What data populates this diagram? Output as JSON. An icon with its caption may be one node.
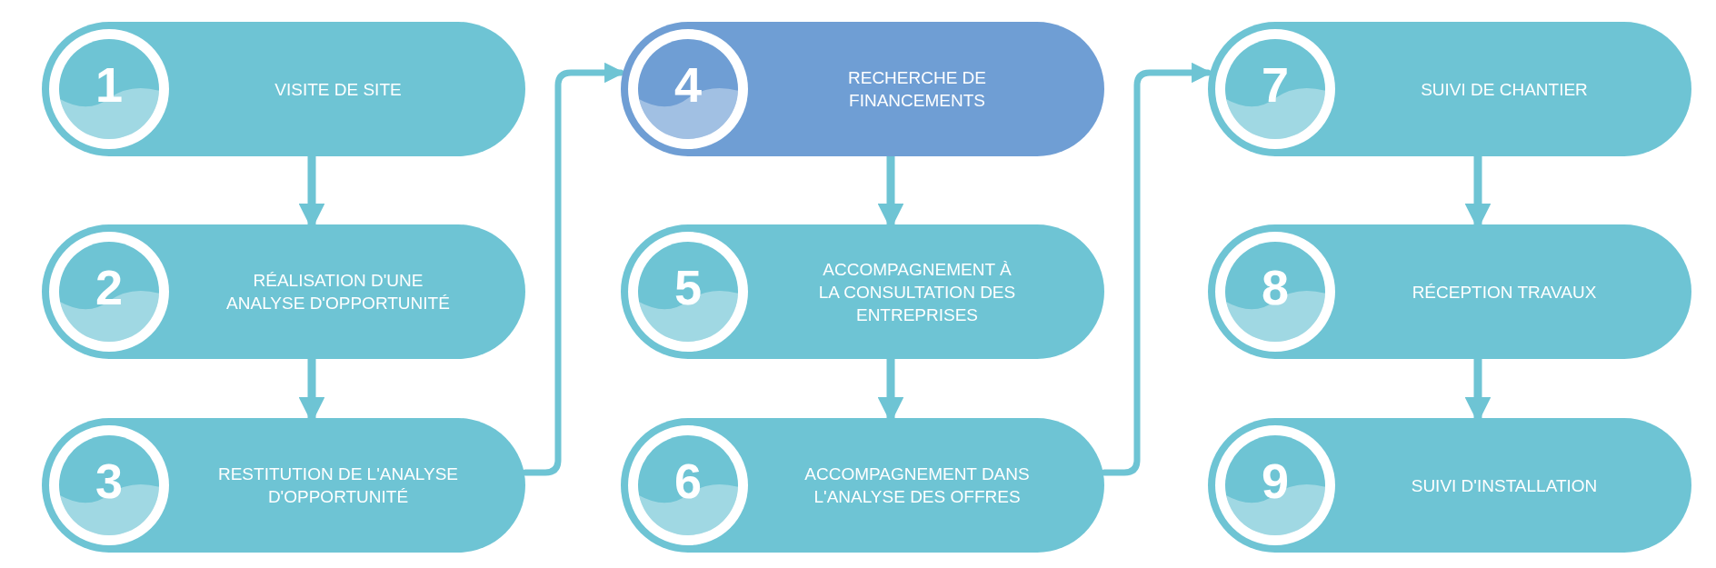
{
  "diagram": {
    "nodes": [
      {
        "text": [
          "1",
          "VISITE DE SITE"
        ]
      },
      {
        "text": [
          "2",
          "RÉALISATION D'UNE ANALYSE D'OPPORTUNITÉ"
        ]
      },
      {
        "text": [
          "3",
          "RESTITUTION DE L'ANALYSE D'OPPORTUNITÉ"
        ]
      },
      {
        "text": [
          "4",
          "RECHERCHE DE FINANCEMENTS"
        ]
      },
      {
        "text": [
          "5",
          "ACCOMPAGNEMENT À LA CONSULTATION DES ENTREPRISES"
        ]
      },
      {
        "text": [
          "6",
          "ACCOMPAGNEMENT DANS L'ANALYSE DES OFFRES"
        ]
      },
      {
        "text": [
          "7",
          "SUIVI DE CHANTIER"
        ]
      },
      {
        "text": [
          "8",
          "RÉCEPTION TRAVAUX"
        ]
      },
      {
        "text": [
          "9",
          "SUIVI D'INSTALLATION"
        ]
      }
    ],
    "edges": [
      {
        "from": 0,
        "to": 1,
        "arrow": "to"
      },
      {
        "from": 1,
        "to": 2,
        "arrow": "to"
      },
      {
        "from": 2,
        "to": 3,
        "arrow": "to"
      },
      {
        "from": 3,
        "to": 4,
        "arrow": "to"
      },
      {
        "from": 4,
        "to": 5,
        "arrow": "to"
      },
      {
        "from": 5,
        "to": 6,
        "arrow": "to"
      },
      {
        "from": 6,
        "to": 7,
        "arrow": "to"
      },
      {
        "from": 7,
        "to": 8,
        "arrow": "to"
      }
    ]
  }
}
